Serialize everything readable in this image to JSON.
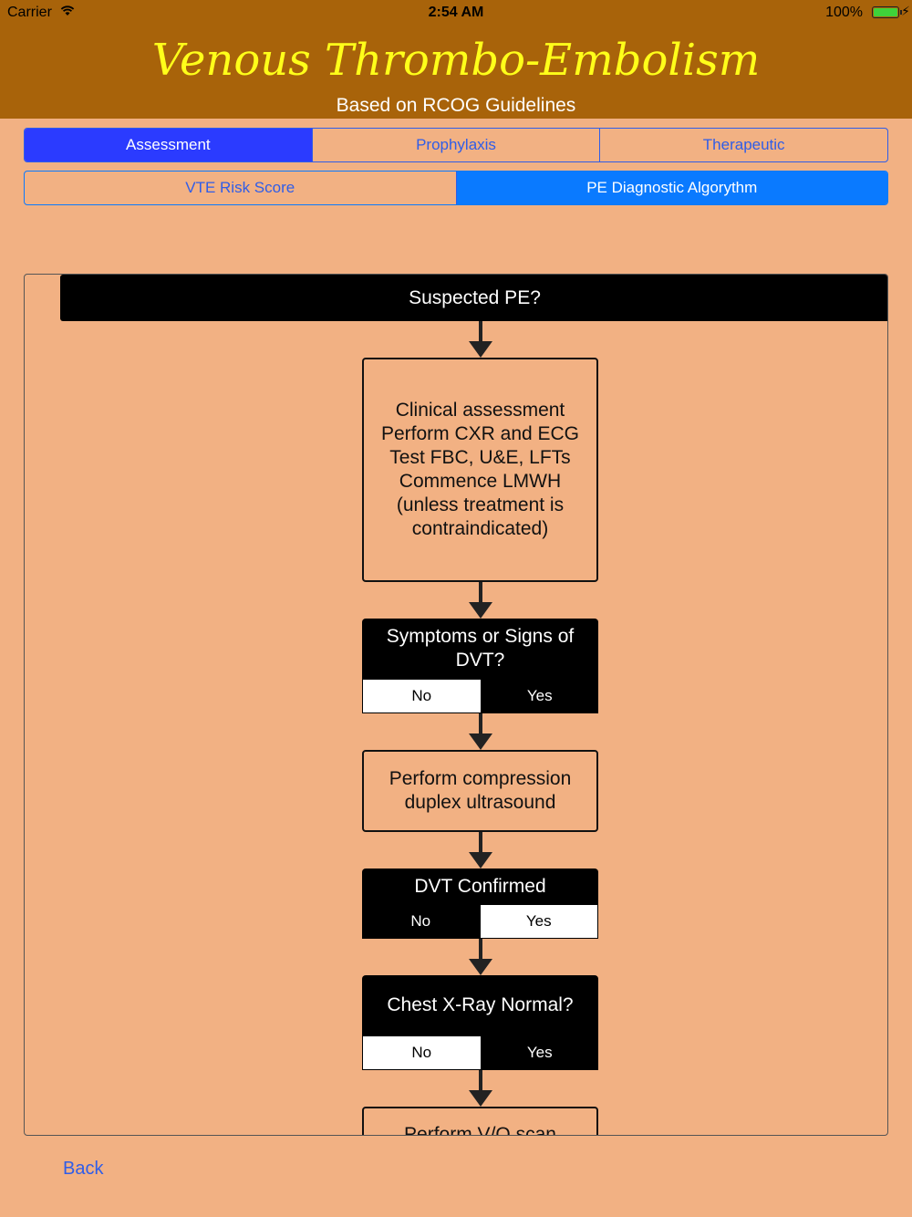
{
  "status_bar": {
    "carrier": "Carrier",
    "time": "2:54 AM",
    "battery": "100%"
  },
  "header": {
    "title": "Venous Thrombo-Embolism",
    "subtitle": "Based on RCOG Guidelines"
  },
  "tabs": [
    {
      "label": "Assessment",
      "active": true
    },
    {
      "label": "Prophylaxis",
      "active": false
    },
    {
      "label": "Therapeutic",
      "active": false
    }
  ],
  "subtabs": [
    {
      "label": "VTE Risk Score",
      "active": false
    },
    {
      "label": "PE Diagnostic Algorythm",
      "active": true
    }
  ],
  "flow": {
    "start": "Suspected PE?",
    "step1": [
      "Clinical assessment",
      "Perform CXR and ECG",
      "Test FBC, U&E, LFTs",
      "Commence LMWH",
      "(unless treatment is",
      "contraindicated)"
    ],
    "q1": {
      "lines": [
        "Symptoms or Signs of",
        "DVT?"
      ],
      "no": "No",
      "yes": "Yes",
      "selected": "No"
    },
    "step2": [
      "Perform compression",
      "duplex ultrasound"
    ],
    "q2": {
      "lines": [
        "DVT Confirmed"
      ],
      "no": "No",
      "yes": "Yes",
      "selected": "Yes"
    },
    "q3": {
      "lines": [
        "Chest X-Ray Normal?"
      ],
      "no": "No",
      "yes": "Yes",
      "selected": "No"
    },
    "step3": "Perform V/Q scan"
  },
  "footer": {
    "back_label": "Back"
  },
  "colors": {
    "background": "#F2B183",
    "header": "#A8630A",
    "title": "#FFFF1A",
    "accent": "#2F5DE8"
  }
}
